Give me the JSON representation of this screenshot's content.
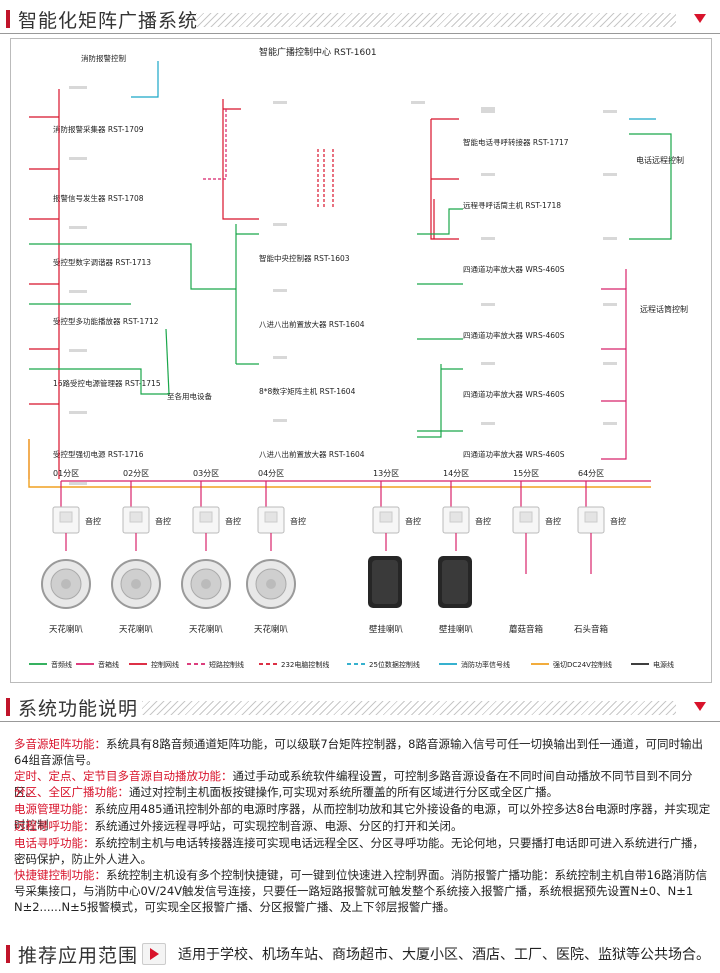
{
  "header1": {
    "title": "智能化矩阵广播系统"
  },
  "header2": {
    "title": "系统功能说明"
  },
  "header3": {
    "title": "推荐应用范围"
  },
  "diagram": {
    "title": "智能广播控制中心 RST-1601",
    "left_devices": [
      "消防报警控制",
      "消防报警采集器 RST-1709",
      "报警信号发生器 RST-1708",
      "受控型数字调谐器 RST-1713",
      "受控型多功能播放器 RST-1712",
      "16路受控电源管理器 RST-1715",
      "受控型强切电源 RST-1716"
    ],
    "center_devices": [
      "智能中央控制器 RST-1603",
      "八进八出前置放大器 RST-1604",
      "8*8数字矩阵主机 RST-1604",
      "八进八出前置放大器 RST-1604"
    ],
    "right_devices": [
      "智能电话寻呼转接器 RST-1717",
      "远程寻呼话筒主机 RST-1718",
      "四通道功率放大器 WRS-460S",
      "四通道功率放大器 WRS-460S",
      "四通道功率放大器 WRS-460S",
      "四通道功率放大器 WRS-460S"
    ],
    "side_labels": {
      "phone_remote": "电话远程控制",
      "remote_mic": "远程话筒控制",
      "to_devices": "至各用电设备"
    },
    "zones": [
      "01分区",
      "02分区",
      "03分区",
      "04分区",
      "13分区",
      "14分区",
      "15分区",
      "64分区"
    ],
    "volume_label": "音控",
    "speakers": [
      "天花喇叭",
      "天花喇叭",
      "天花喇叭",
      "天花喇叭",
      "壁挂喇叭",
      "壁挂喇叭",
      "蘑菇音箱",
      "石头音箱"
    ],
    "legend": [
      {
        "label": "音频线",
        "color": "#1aa64a",
        "style": "solid"
      },
      {
        "label": "音箱线",
        "color": "#d8236b",
        "style": "solid"
      },
      {
        "label": "控制网线",
        "color": "#d8132b",
        "style": "solid"
      },
      {
        "label": "短路控制线",
        "color": "#d8236b",
        "style": "dashed"
      },
      {
        "label": "232电脑控制线",
        "color": "#d8132b",
        "style": "dashed"
      },
      {
        "label": "25位数据控制线",
        "color": "#1aa6c8",
        "style": "dashed"
      },
      {
        "label": "消防功率信号线",
        "color": "#1aa6c8",
        "style": "solid"
      },
      {
        "label": "强切DC24V控制线",
        "color": "#f0a020",
        "style": "solid"
      },
      {
        "label": "电源线",
        "color": "#222222",
        "style": "solid"
      }
    ]
  },
  "functions": [
    {
      "key": "多音源矩阵功能：",
      "text": "系统具有8路音频通道矩阵功能，可以级联7台矩阵控制器，8路音源输入信号可任一切换输出到任一通道，可同时输出64组音源信号。"
    },
    {
      "key": "定时、定点、定节目多音源自动播放功能：",
      "text": "通过手动或系统软件编程设置，可控制多路音源设备在不同时间自动播放不同节目到不同分区。"
    },
    {
      "key": "分区、全区广播功能：",
      "text": "通过对控制主机面板按键操作,可实现对系统所覆盖的所有区域进行分区或全区广播。"
    },
    {
      "key": "电源管理功能：",
      "text": "系统应用485通讯控制外部的电源时序器，从而控制功放和其它外接设备的电源，可以外控多达8台电源时序器，并实现定时控制"
    },
    {
      "key": "远程寻呼功能：",
      "text": "系统通过外接远程寻呼站，可实现控制音源、电源、分区的打开和关闭。"
    },
    {
      "key": "电话寻呼功能：",
      "text": "系统控制主机与电话转接器连接可实现电话远程全区、分区寻呼功能。无论何地，只要播打电话即可进入系统进行广播，密码保护，防止外人进入。"
    },
    {
      "key": "快捷键控制功能：",
      "text": "系统控制主机设有多个控制快捷键，可一键到位快速进入控制界面。消防报警广播功能：系统控制主机自带16路消防信号采集接口，与消防中心0V/24V触发信号连接，只要任一路短路报警就可触发整个系统接入报警广播，系统根据预先设置N±0、N±1 N±2......N±5报警模式，可实现全区报警广播、分区报警广播、及上下邻层报警广播。"
    }
  ],
  "application": {
    "text": "适用于学校、机场车站、商场超市、大厦小区、酒店、工厂、医院、监狱等公共场合。"
  }
}
